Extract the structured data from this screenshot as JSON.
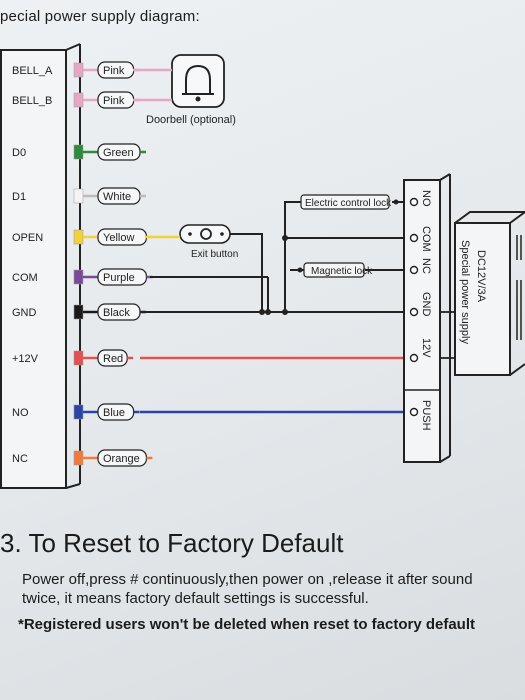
{
  "title": "pecial power supply diagram:",
  "pins": [
    {
      "pin": "BELL_A",
      "wire": "Pink",
      "color": "#e6a6c4"
    },
    {
      "pin": "BELL_B",
      "wire": "Pink",
      "color": "#e6a6c4"
    },
    {
      "pin": "D0",
      "wire": "Green",
      "color": "#2e8b3a"
    },
    {
      "pin": "D1",
      "wire": "White",
      "color": "#f4f4f4"
    },
    {
      "pin": "OPEN",
      "wire": "Yellow",
      "color": "#f2d23c"
    },
    {
      "pin": "COM",
      "wire": "Purple",
      "color": "#7a4a9a"
    },
    {
      "pin": "GND",
      "wire": "Black",
      "color": "#1a1a1a"
    },
    {
      "pin": "+12V",
      "wire": "Red",
      "color": "#e55050"
    },
    {
      "pin": "NO",
      "wire": "Blue",
      "color": "#2a44a8"
    },
    {
      "pin": "NC",
      "wire": "Orange",
      "color": "#f07a3a"
    }
  ],
  "doorbell_label": "Doorbell (optional)",
  "exit_button_label": "Exit button",
  "electric_lock_label": "Electric control lock",
  "magnetic_lock_label": "Magnetic lock",
  "terminals": [
    "NO",
    "COM",
    "NC",
    "GND",
    "12V",
    "PUSH"
  ],
  "power_supply": {
    "line1": "DC12V/3A",
    "line2": "Special power supply"
  },
  "section": {
    "heading": "3. To Reset to Factory Default",
    "body_line1": "Power off,press # continuously,then power on ,release it after sound",
    "body_line2": "twice, it means factory default settings is successful.",
    "note": "*Registered users won't be deleted when reset to factory default"
  }
}
